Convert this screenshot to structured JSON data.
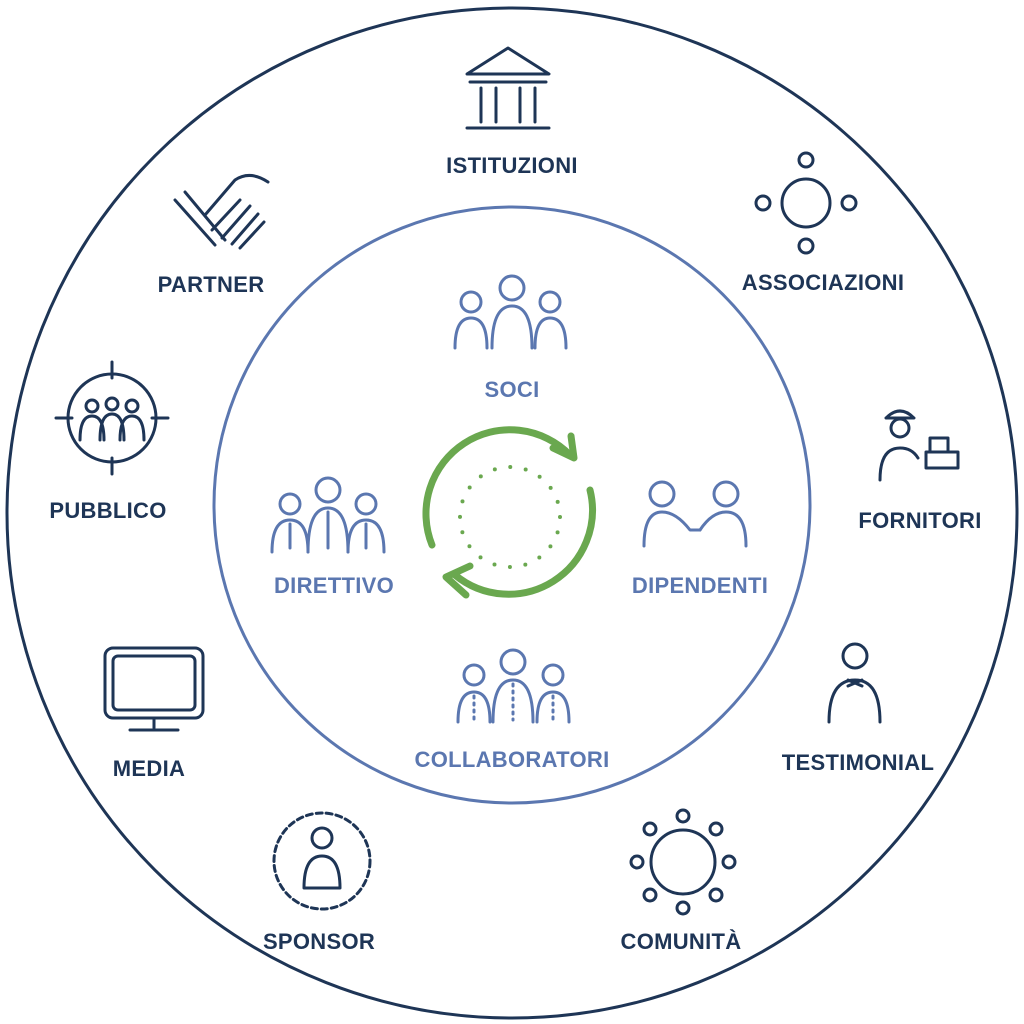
{
  "colors": {
    "outer": "#1e3556",
    "inner": "#5b77b0",
    "cycle": "#6aa84f"
  },
  "center": {
    "icon": "cycle-arrows-icon"
  },
  "inner_ring": {
    "soci": "SOCI",
    "direttivo": "DIRETTIVO",
    "dipendenti": "DIPENDENTI",
    "collaboratori": "COLLABORATORI"
  },
  "outer_ring": {
    "istituzioni": "ISTITUZIONI",
    "partner": "PARTNER",
    "associazioni": "ASSOCIAZIONI",
    "pubblico": "PUBBLICO",
    "fornitori": "FORNITORI",
    "media": "MEDIA",
    "testimonial": "TESTIMONIAL",
    "sponsor": "SPONSOR",
    "comunita": "COMUNITÀ"
  }
}
